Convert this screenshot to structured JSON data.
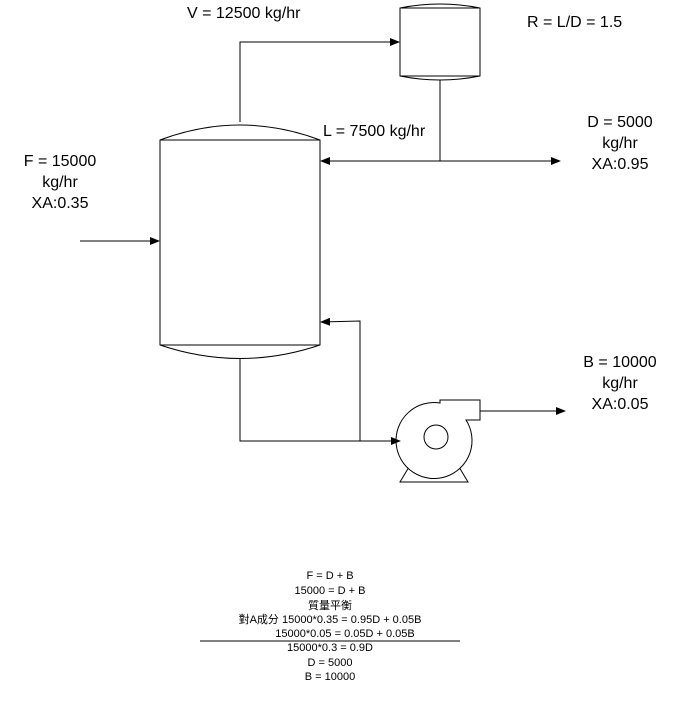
{
  "labels": {
    "vapor": "V = 12500 kg/hr",
    "reflux_ratio": "R = L/D = 1.5",
    "reflux": "L = 7500 kg/hr",
    "distillate": "D = 5000",
    "distillate_unit": "kg/hr",
    "distillate_xa": "XA:0.95",
    "feed": "F = 15000",
    "feed_unit": "kg/hr",
    "feed_xa": "XA:0.35",
    "bottoms": "B =  10000",
    "bottoms_unit": "kg/hr",
    "bottoms_xa": "XA:0.05"
  },
  "calculation": {
    "line1": "F = D + B",
    "line2": "15000 = D + B",
    "line3": "質量平衡",
    "line4": "對A成分 15000*0.35 = 0.95D + 0.05B",
    "line5": "15000*0.05 = 0.05D + 0.05B",
    "line6": "15000*0.3 = 0.9D",
    "line7": "D = 5000",
    "line8": "B = 10000"
  }
}
